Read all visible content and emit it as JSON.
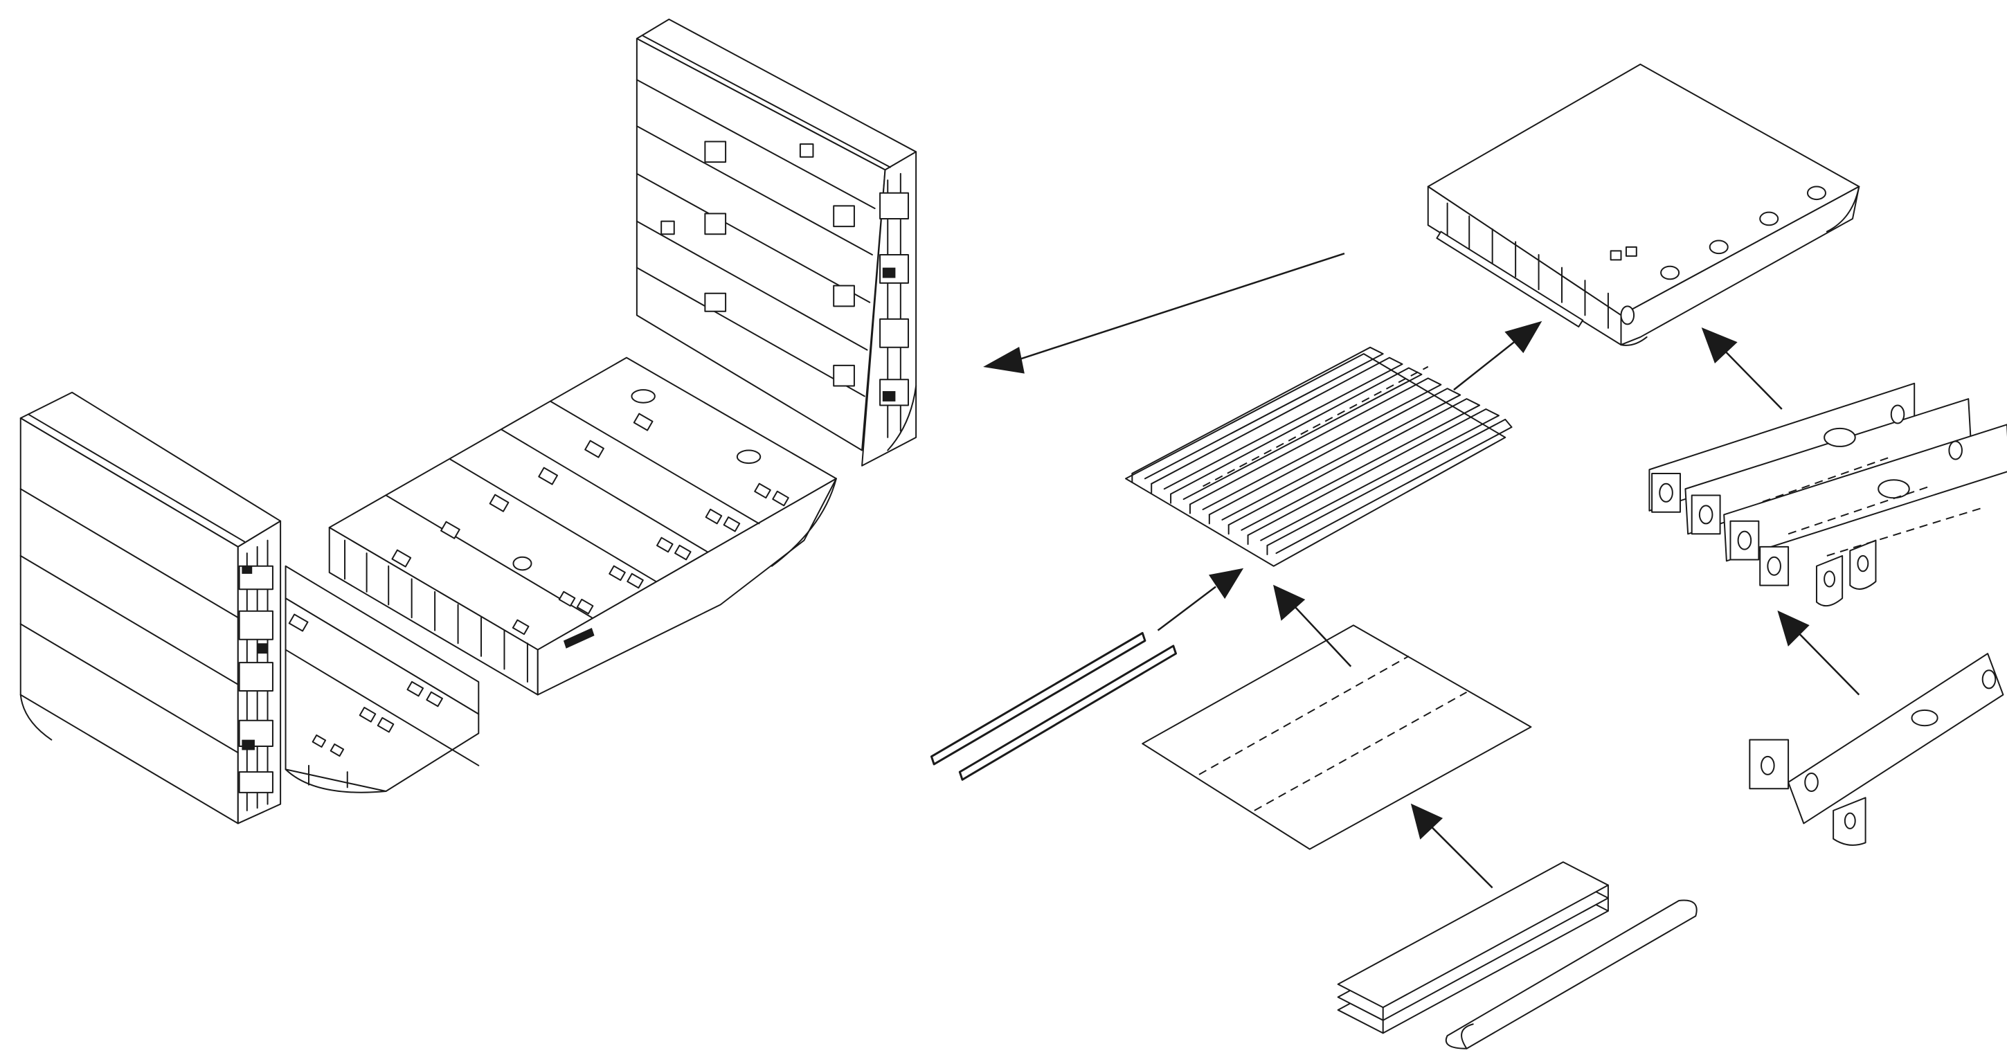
{
  "diagram": {
    "type": "exploded-assembly",
    "components": [
      {
        "id": "side-shell-block-left"
      },
      {
        "id": "bottom-shell-block-left"
      },
      {
        "id": "bottom-double-bottom-block"
      },
      {
        "id": "side-shell-block-upright"
      },
      {
        "id": "finished-double-bottom-block"
      },
      {
        "id": "stiffened-panel"
      },
      {
        "id": "longitudinal-stiffeners"
      },
      {
        "id": "flat-plate-panel"
      },
      {
        "id": "plate-strakes"
      },
      {
        "id": "curved-bilge-plate"
      },
      {
        "id": "floor-subassembly"
      },
      {
        "id": "floor-web-plate"
      }
    ],
    "flow": [
      {
        "from": "finished-double-bottom-block",
        "to": "bottom-double-bottom-block"
      },
      {
        "from": "stiffened-panel",
        "to": "finished-double-bottom-block"
      },
      {
        "from": "floor-subassembly",
        "to": "finished-double-bottom-block"
      },
      {
        "from": "longitudinal-stiffeners",
        "to": "stiffened-panel"
      },
      {
        "from": "flat-plate-panel",
        "to": "stiffened-panel"
      },
      {
        "from": "plate-strakes",
        "to": "flat-plate-panel"
      },
      {
        "from": "floor-web-plate",
        "to": "floor-subassembly"
      }
    ],
    "colors": {
      "line": "#1a1a1a",
      "background": "#ffffff"
    }
  }
}
